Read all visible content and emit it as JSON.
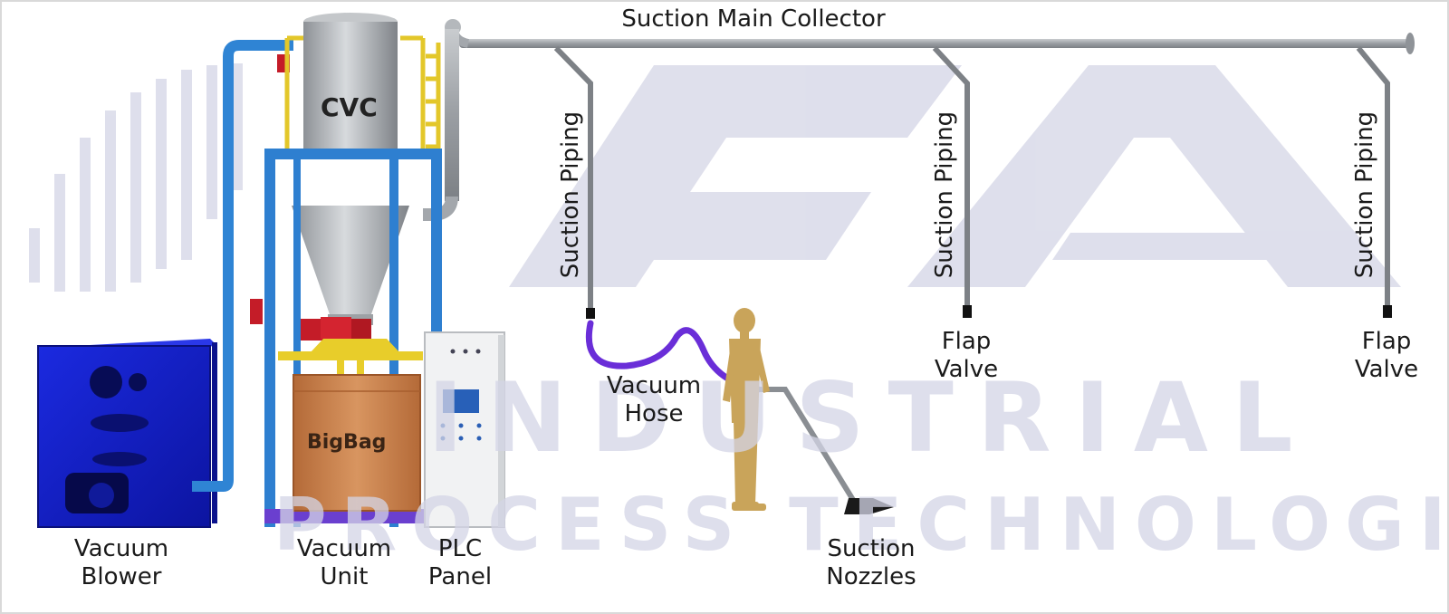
{
  "title": "Suction Main Collector",
  "watermark": {
    "line1": "INDUSTRIAL",
    "line2": "PROCESS TECHNOLOGIES",
    "color": "#d4d5e6"
  },
  "equipment_tags": {
    "cyclone": "CVC",
    "bag": "BigBag"
  },
  "labels": {
    "vacuum_blower": [
      "Vacuum",
      "Blower"
    ],
    "vacuum_unit": [
      "Vacuum",
      "Unit"
    ],
    "plc_panel": [
      "PLC",
      "Panel"
    ],
    "suction_nozzles": [
      "Suction",
      "Nozzles"
    ],
    "vacuum_hose": [
      "Vacuum",
      "Hose"
    ],
    "flap_valve": [
      "Flap",
      "Valve"
    ],
    "suction_piping": "Suction Piping"
  },
  "colors": {
    "blower_blue": "#1a24d6",
    "frame_blue": "#2e7fd0",
    "pipe_grey": "#9a9ea3",
    "hose_purple": "#6a2ed8",
    "bigbag_orange": "#c97a44",
    "rail_yellow": "#e8cd2a",
    "valve_red": "#c81e2a",
    "figure_tan": "#c9a45a"
  }
}
